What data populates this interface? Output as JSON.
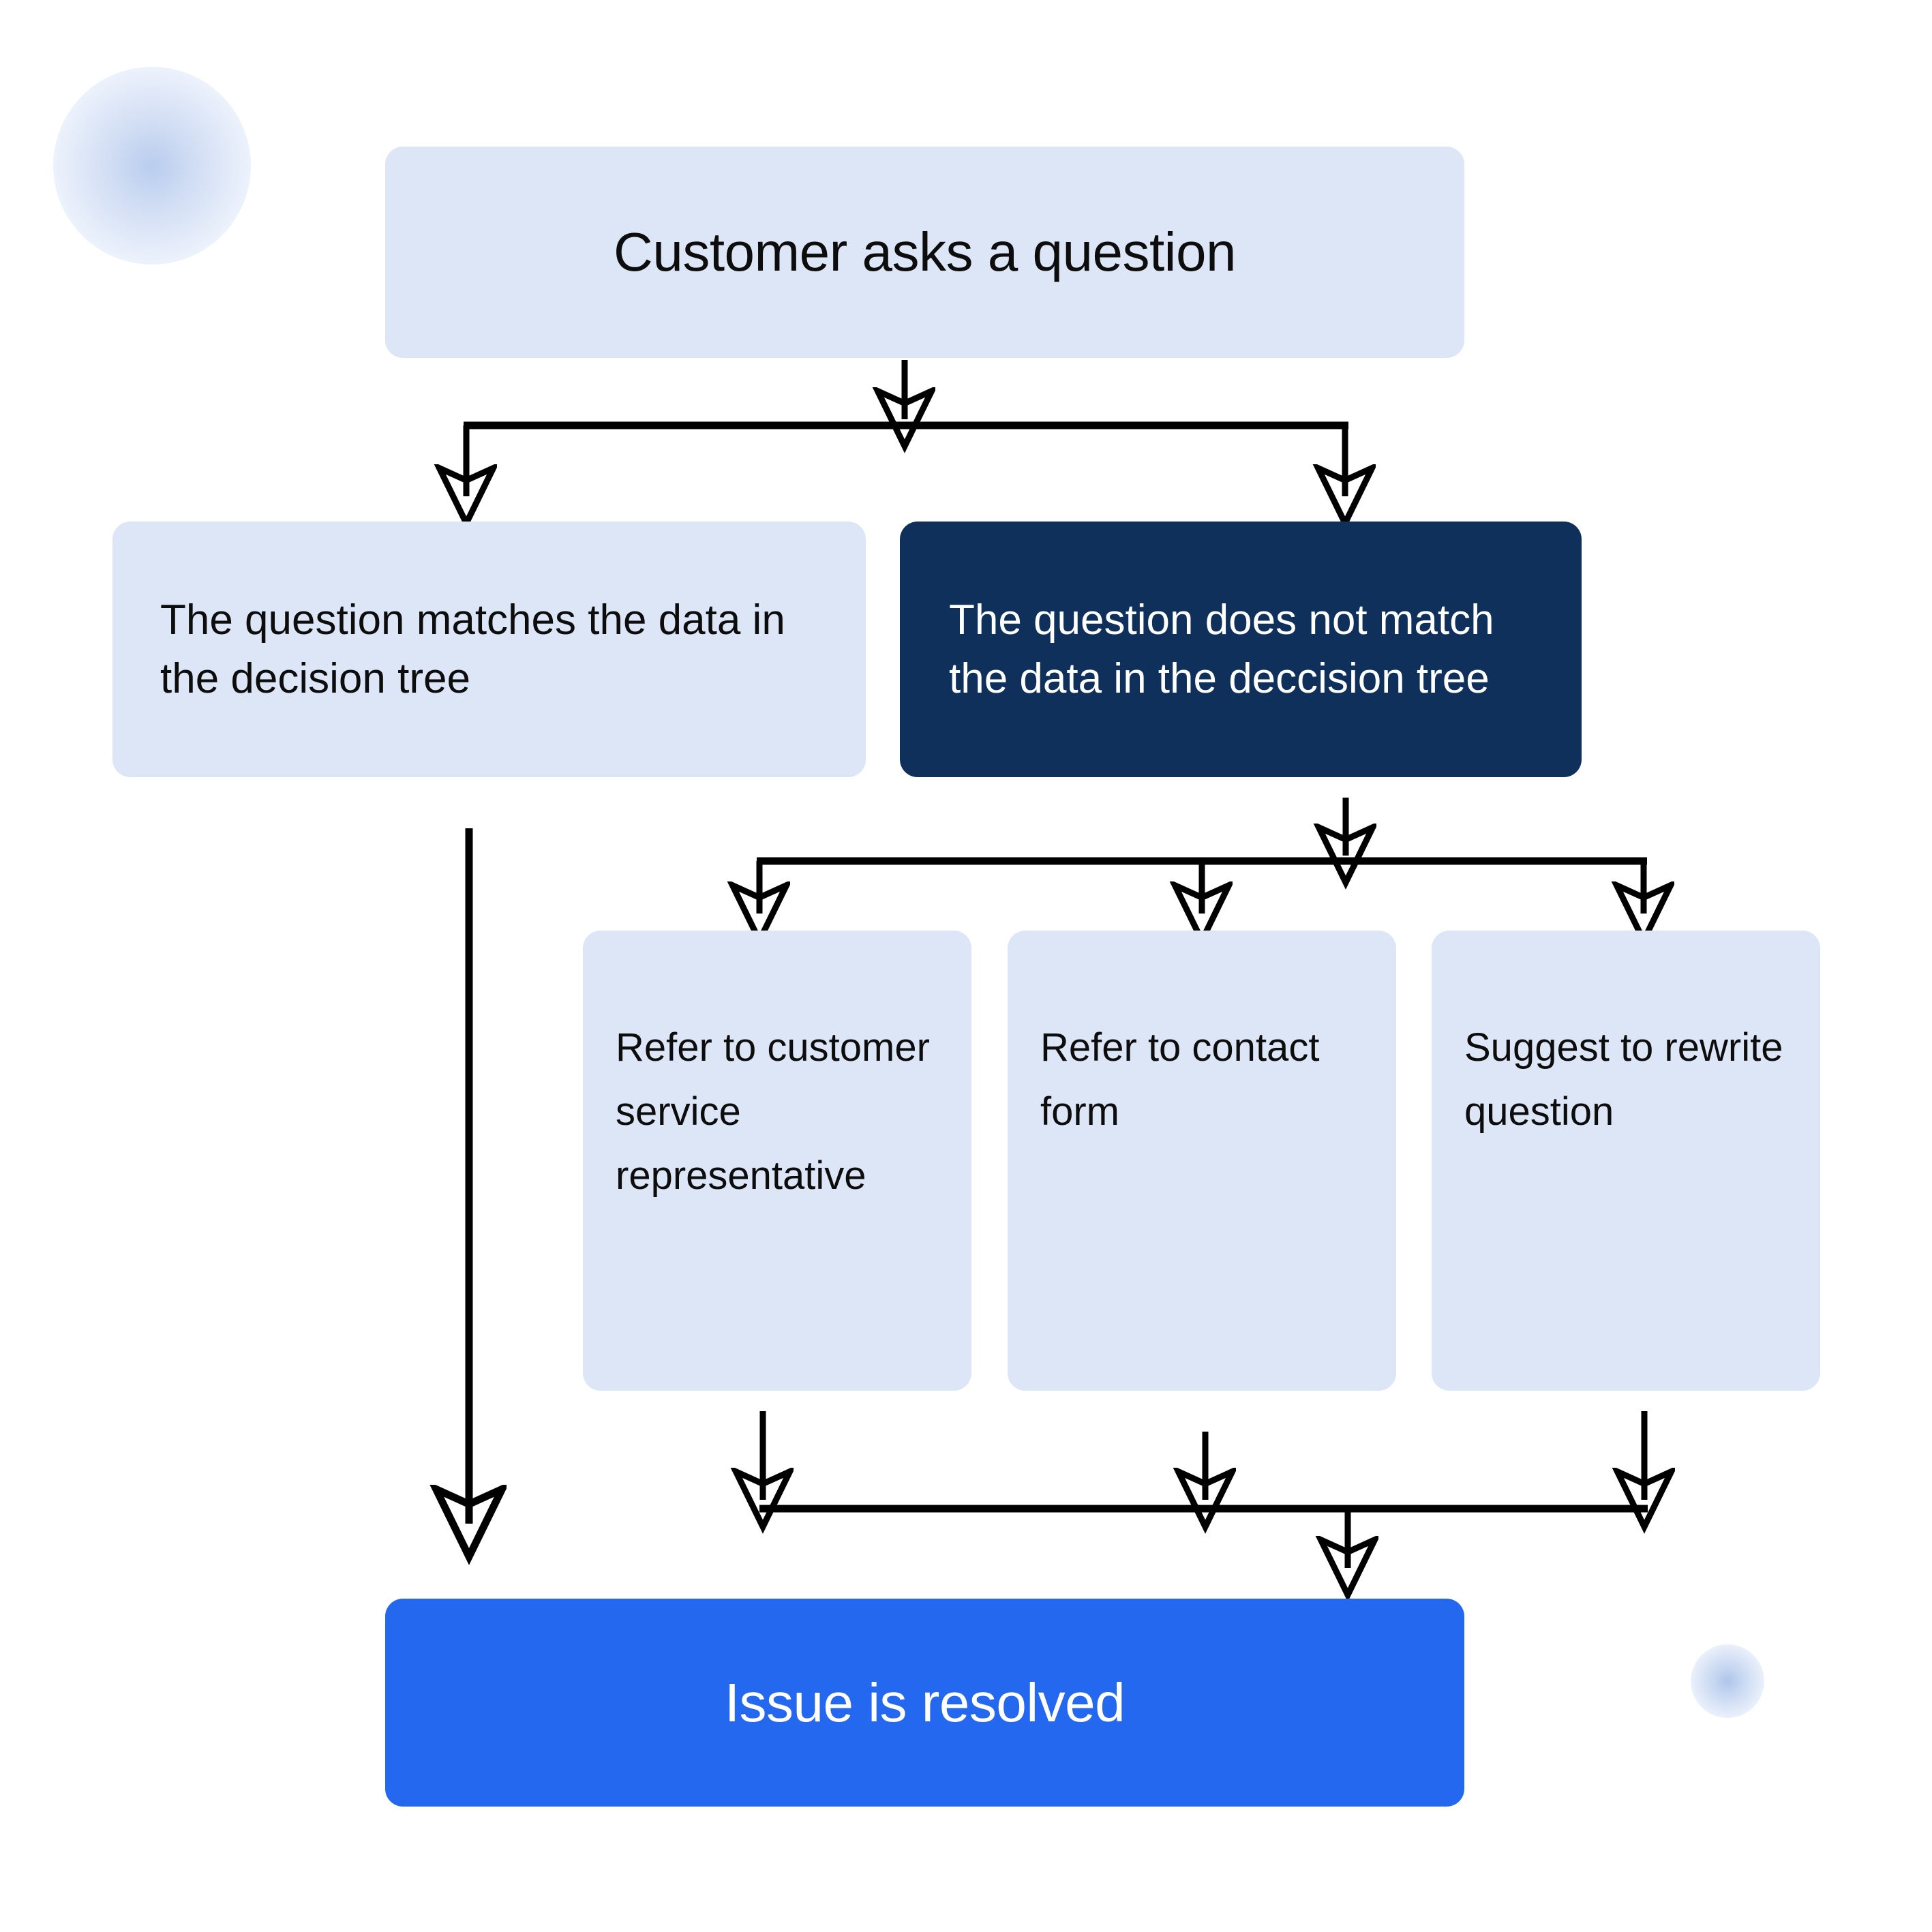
{
  "diagram": {
    "title": "Customer question handling decision tree",
    "type": "flowchart",
    "colors": {
      "box_light": "#dce6f7",
      "box_dark": "#10305c",
      "box_accent": "#2568f0",
      "text_dark": "#0d0d0d",
      "text_light": "#ffffff",
      "connector": "#000000",
      "background": "#ffffff"
    },
    "nodes": {
      "root": {
        "label": "Customer asks a question",
        "style": "light"
      },
      "branch_match": {
        "label": "The question matches the data in the decision tree",
        "line1": "The question matches the",
        "line2": "data in the decision tree",
        "style": "light"
      },
      "branch_no_match": {
        "label": "The question does not match the data in the deccision tree",
        "line1": "The question does not match the",
        "line2": "data in the deccision tree",
        "style": "dark"
      },
      "action_csr": {
        "label": "Refer to customer service representative",
        "style": "light"
      },
      "action_contact": {
        "label": "Refer to contact form",
        "style": "light"
      },
      "action_rewrite": {
        "label": "Suggest to rewrite question",
        "style": "light"
      },
      "terminal": {
        "label": "Issue is resolved",
        "style": "accent"
      }
    },
    "edges": [
      {
        "from": "root",
        "to": "branch_match",
        "kind": "split"
      },
      {
        "from": "root",
        "to": "branch_no_match",
        "kind": "split"
      },
      {
        "from": "branch_no_match",
        "to": "action_csr",
        "kind": "split"
      },
      {
        "from": "branch_no_match",
        "to": "action_contact",
        "kind": "split"
      },
      {
        "from": "branch_no_match",
        "to": "action_rewrite",
        "kind": "split"
      },
      {
        "from": "branch_match",
        "to": "terminal",
        "kind": "direct"
      },
      {
        "from": "action_csr",
        "to": "terminal",
        "kind": "merge"
      },
      {
        "from": "action_contact",
        "to": "terminal",
        "kind": "merge"
      },
      {
        "from": "action_rewrite",
        "to": "terminal",
        "kind": "merge"
      }
    ],
    "decorations": [
      {
        "name": "blurred-circle-large",
        "position": "top-left"
      },
      {
        "name": "blurred-circle-small",
        "position": "bottom-right"
      }
    ]
  }
}
